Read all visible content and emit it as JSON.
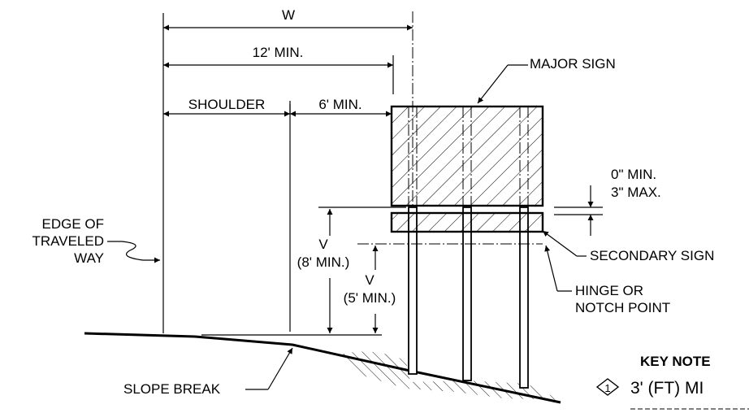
{
  "labels": {
    "w": "W",
    "min12": "12' MIN.",
    "shoulder": "SHOULDER",
    "min6": "6' MIN.",
    "major_sign": "MAJOR SIGN",
    "clear_min": "0\" MIN.",
    "clear_max": "3\" MAX.",
    "edge_line1": "EDGE OF",
    "edge_line2": "TRAVELED",
    "edge_line3": "WAY",
    "v1": "V",
    "v1_sub": "(8' MIN.)",
    "v2": "V",
    "v2_sub": "(5' MIN.)",
    "secondary_sign": "SECONDARY SIGN",
    "hinge_line1": "HINGE OR",
    "hinge_line2": "NOTCH POINT",
    "slope_break": "SLOPE BREAK",
    "key_note_title": "KEY NOTE",
    "key_note_num": "1",
    "key_note_text": "3' (FT) MI"
  }
}
